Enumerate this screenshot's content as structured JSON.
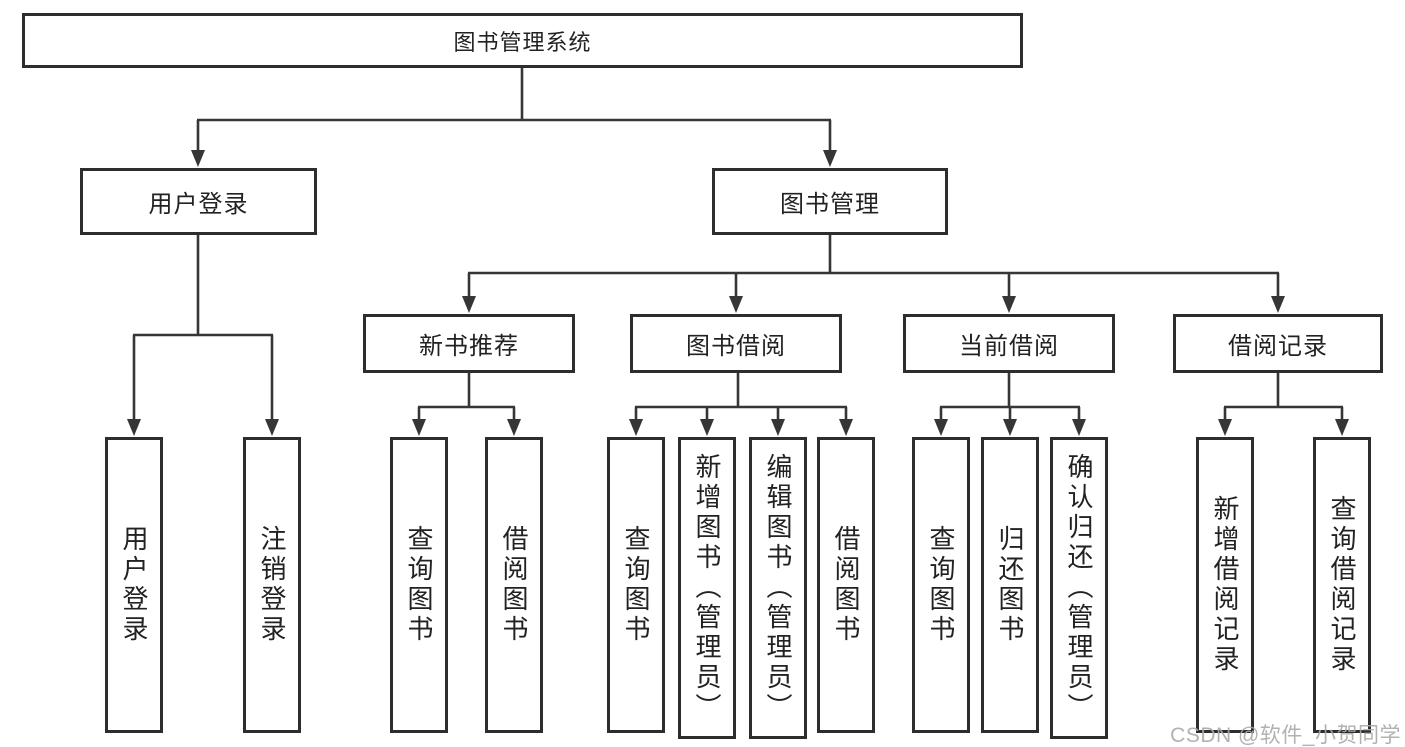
{
  "tree": {
    "root": {
      "label": "图书管理系统"
    },
    "branches": [
      {
        "label": "用户登录",
        "children": [
          {
            "label": "用户登录"
          },
          {
            "label": "注销登录"
          }
        ]
      },
      {
        "label": "图书管理",
        "children": [
          {
            "label": "新书推荐",
            "children": [
              {
                "label": "查询图书"
              },
              {
                "label": "借阅图书"
              }
            ]
          },
          {
            "label": "图书借阅",
            "children": [
              {
                "label": "查询图书"
              },
              {
                "label": "新增图书（管理员）"
              },
              {
                "label": "编辑图书（管理员）"
              },
              {
                "label": "借阅图书"
              }
            ]
          },
          {
            "label": "当前借阅",
            "children": [
              {
                "label": "查询图书"
              },
              {
                "label": "归还图书"
              },
              {
                "label": "确认归还（管理员）"
              }
            ]
          },
          {
            "label": "借阅记录",
            "children": [
              {
                "label": "新增借阅记录"
              },
              {
                "label": "查询借阅记录"
              }
            ]
          }
        ]
      }
    ]
  },
  "watermark": "CSDN @软件_小贺同学",
  "colors": {
    "line": "#363636",
    "box_border": "#2d2d2d",
    "box_background": "#ffffff",
    "text": "#222222",
    "watermark": "#a8a8a8",
    "page_background": "#ffffff"
  }
}
